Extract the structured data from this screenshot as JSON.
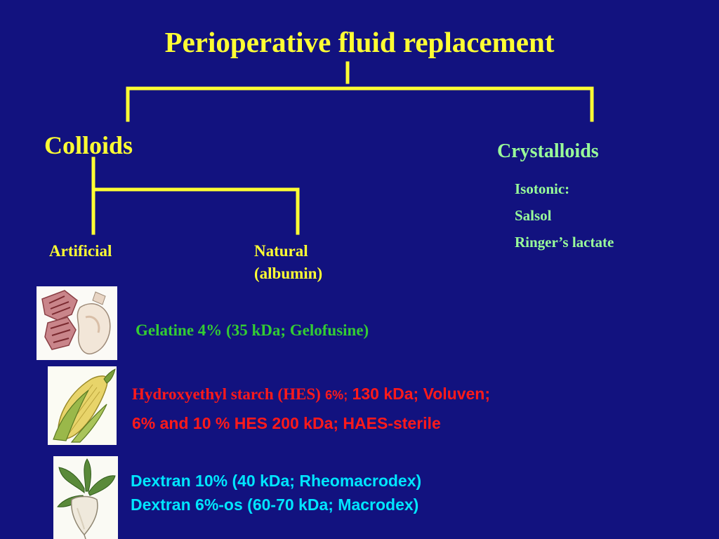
{
  "title": "Perioperative fluid replacement",
  "colloids": {
    "label": "Colloids",
    "artificial": "Artificial",
    "natural_line1": "Natural",
    "natural_line2": "(albumin)"
  },
  "crystalloids": {
    "label": "Crystalloids",
    "items": [
      "Isotonic:",
      "Salsol",
      "Ringer’s lactate"
    ]
  },
  "artificial_colloids": {
    "gelatine": "Gelatine 4% (35 kDa; Gelofusine)",
    "hes_line1_a": "Hydroxyethyl starch (HES)",
    "hes_line1_b": "6%;",
    "hes_line1_c": "130 kDa; Voluven;",
    "hes_line2": "6% and 10 % HES 200 kDa; HAES-sterile",
    "dextran_line1": "Dextran 10% (40 kDa; Rheomacrodex)",
    "dextran_line2": "Dextran 6%-os (60-70 kDa; Macrodex)"
  },
  "colors": {
    "background": "#12127f",
    "yellow": "#ffff33",
    "light_green": "#99ff99",
    "green": "#33cc33",
    "red": "#ff1a1a",
    "cyan": "#00e6ff"
  },
  "images": [
    "gelatine-bones-image",
    "corn-image",
    "sugar-beet-image"
  ]
}
